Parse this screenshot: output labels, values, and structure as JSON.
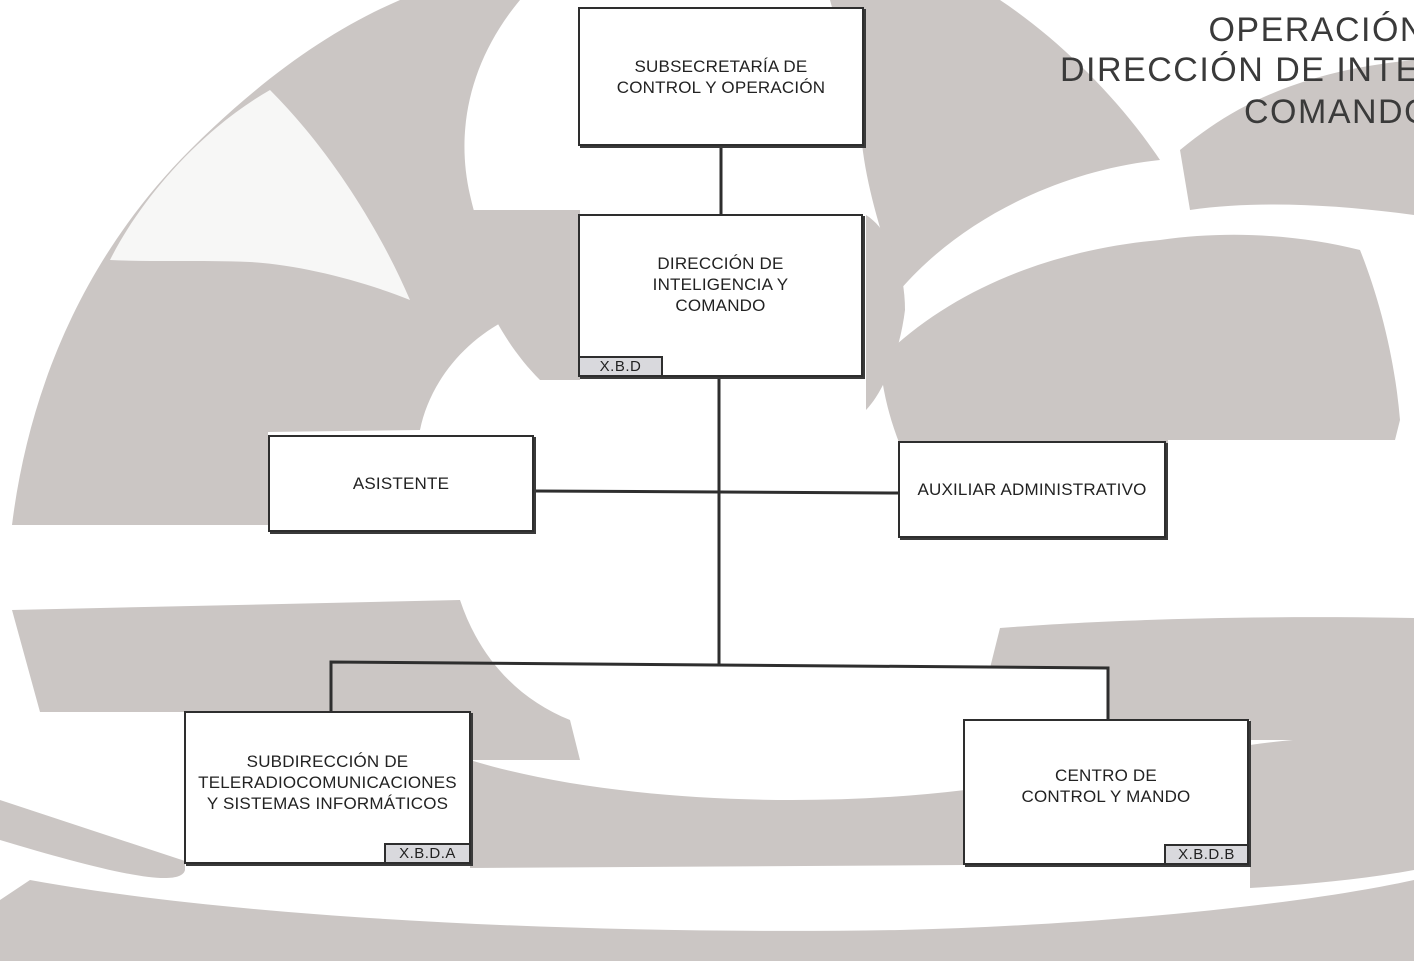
{
  "header": {
    "line_1": "OPERACIÓN",
    "line_2": "DIRECCIÓN DE INTELIGENCIA Y",
    "line_3": "COMANDO"
  },
  "nodes": {
    "subsecretaria": {
      "label": "SUBSECRETARÍA DE\nCONTROL Y OPERACIÓN"
    },
    "direccion": {
      "label": "DIRECCIÓN DE\nINTELIGENCIA Y\nCOMANDO",
      "code": "X.B.D"
    },
    "asistente": {
      "label": "ASISTENTE"
    },
    "auxiliar": {
      "label": "AUXILIAR ADMINISTRATIVO"
    },
    "subdireccion": {
      "label": "SUBDIRECCIÓN DE\nTELERADIOCOMUNICACIONES\nY SISTEMAS INFORMÁTICOS",
      "code": "X.B.D.A"
    },
    "centro": {
      "label": "CENTRO DE\nCONTROL Y MANDO",
      "code": "X.B.D.B"
    }
  },
  "colors": {
    "watermark": "#cbc6c4",
    "line": "#2e2e2e",
    "code_fill": "#d9d9dd"
  }
}
